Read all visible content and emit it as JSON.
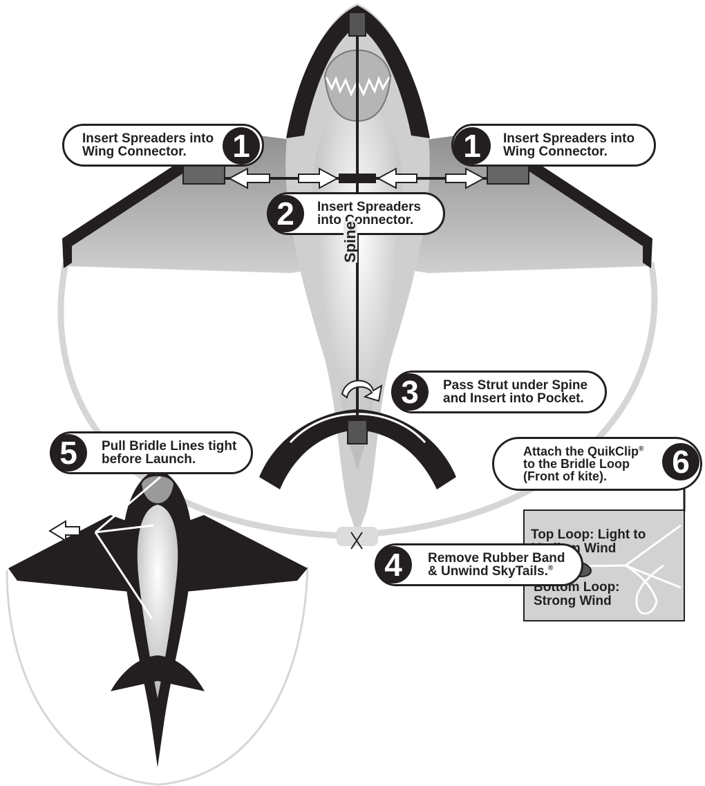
{
  "steps": [
    {
      "number": "1",
      "line1": "Insert Spreaders into",
      "line2": "Wing Connector."
    },
    {
      "number": "1",
      "line1": "Insert Spreaders into",
      "line2": "Wing Connector."
    },
    {
      "number": "2",
      "line1": "Insert Spreaders",
      "line2": "into Connector."
    },
    {
      "number": "3",
      "line1": "Pass Strut under Spine",
      "line2": "and Insert into Pocket."
    },
    {
      "number": "4",
      "line1": "Remove Rubber Band",
      "line2": "& Unwind SkyTails.",
      "mark": "®"
    },
    {
      "number": "5",
      "line1": "Pull Bridle Lines tight",
      "line2": "before Launch."
    },
    {
      "number": "6",
      "line1": "Attach the QuikClip",
      "line1_mark": "®",
      "line2": "to the  Bridle Loop",
      "line3": "(Front of kite)."
    }
  ],
  "spine_label": "Spine",
  "bridle_inset": {
    "top_loop_line1": "Top Loop: Light to",
    "top_loop_line2": "Medium Wind",
    "bottom_loop_line1": "Bottom Loop:",
    "bottom_loop_line2": "Strong Wind"
  },
  "colors": {
    "ink": "#231f20",
    "kite_gray": "#c8c8c8",
    "belly": "#ececec",
    "tail_line": "#d6d6d6"
  }
}
